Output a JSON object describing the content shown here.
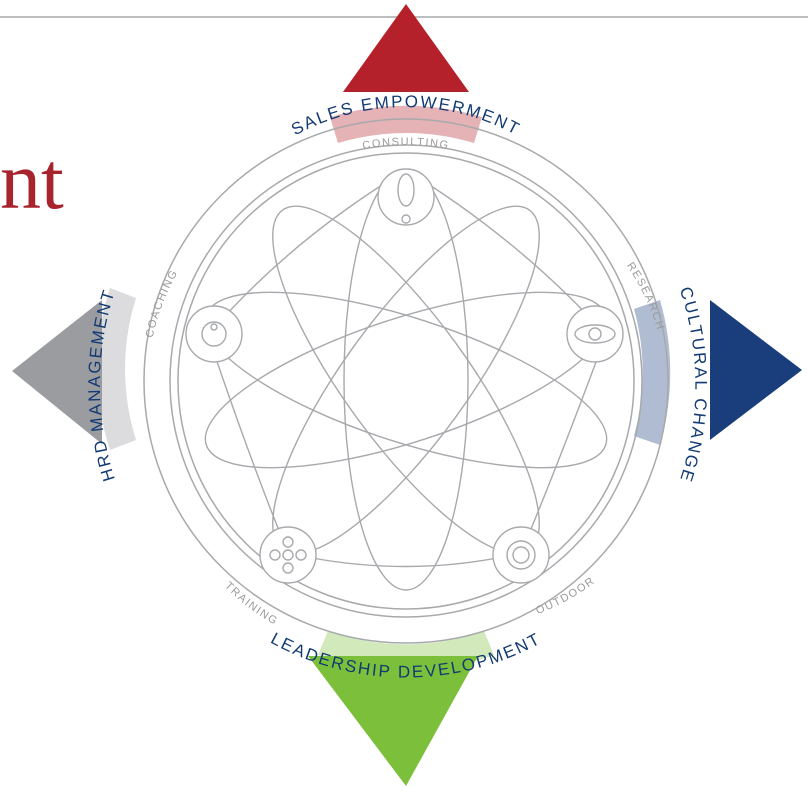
{
  "page": {
    "title_fragment": "nt"
  },
  "diagram": {
    "outer_labels": {
      "top": "SALES EMPOWERMENT",
      "right": "CULTURAL CHANGE",
      "bottom": "LEADERSHIP DEVELOPMENT",
      "left": "HRD MANAGEMENT"
    },
    "inner_labels": {
      "top": "CONSULTING",
      "upper_right": "RESEARCH",
      "lower_right": "OUTDOOR",
      "lower_left": "TRAINING",
      "upper_left": "COACHING"
    },
    "colors": {
      "top": "#b5212a",
      "right": "#1a3e7c",
      "bottom": "#7cbf3b",
      "left": "#9a9ca0",
      "text_blue": "#123a73",
      "line_gray": "#a7a9ac",
      "inner_text_gray": "#9a9a9a",
      "title_red": "#a8242d"
    }
  }
}
